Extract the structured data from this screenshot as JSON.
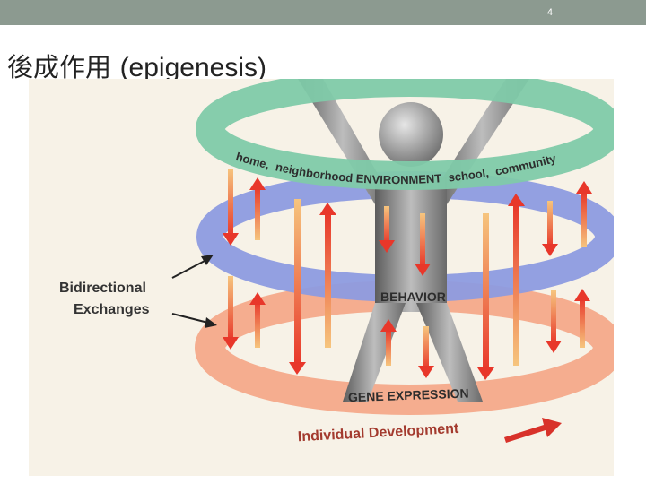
{
  "slide": {
    "number": "4",
    "title_cjk": "後成作用",
    "title_latin": "(epigenesis)"
  },
  "diagram": {
    "environment_ring_text": "home, neighborhood ENVIRONMENT school, community",
    "environment_arc_1": "home,",
    "environment_arc_2": "neighborhood ENVIRONMENT",
    "environment_arc_3": "school,",
    "environment_arc_4": "community",
    "behavior_label": "BEHAVIOR",
    "gene_label": "GENE EXPRESSION",
    "exchanges_line1": "Bidirectional",
    "exchanges_line2": "Exchanges",
    "development_label": "Individual Development",
    "colors": {
      "environment": "#7fcaa9",
      "behavior": "#8d9be0",
      "gene": "#f4a98a",
      "arrow": "#e8372a",
      "figure": "#8a8a8a"
    }
  }
}
